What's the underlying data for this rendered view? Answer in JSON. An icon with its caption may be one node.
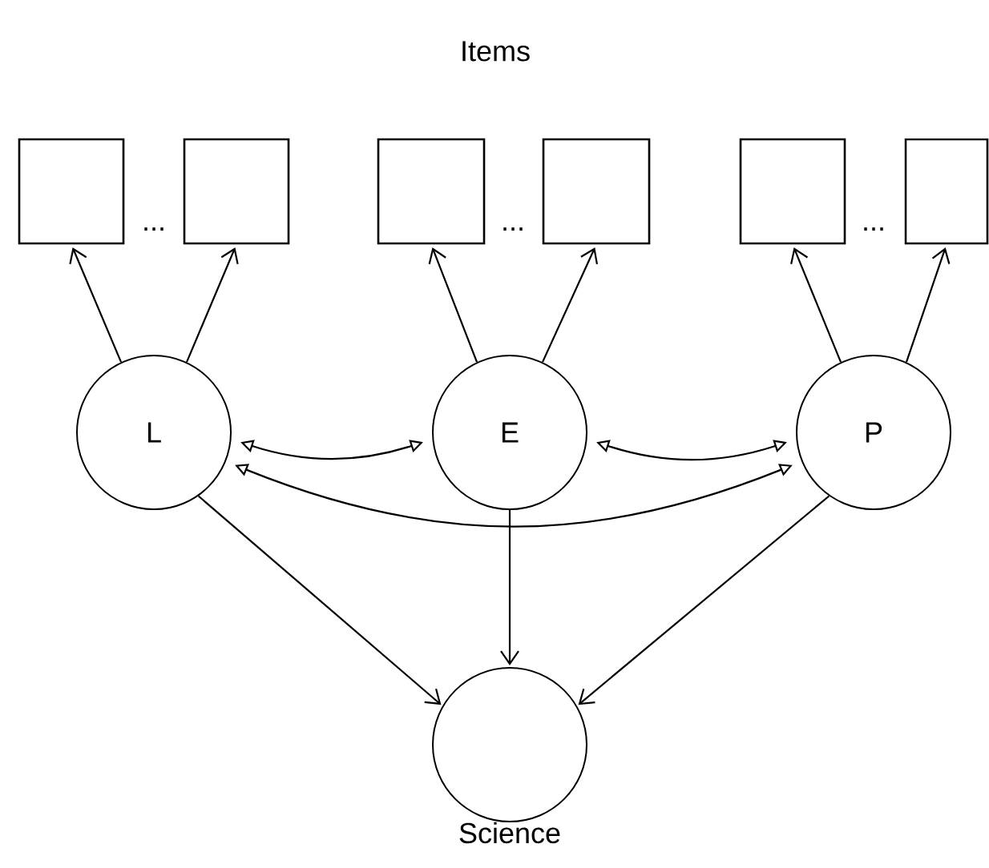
{
  "diagram": {
    "nodes": [
      {
        "text": [],
        "shape": "box"
      },
      {
        "text": [],
        "shape": "box"
      },
      {
        "text": [],
        "shape": "box"
      },
      {
        "text": [],
        "shape": "box"
      },
      {
        "text": [],
        "shape": "box"
      },
      {
        "text": [],
        "shape": "box"
      },
      {
        "text": [
          "L"
        ]
      },
      {
        "text": [
          "E"
        ]
      },
      {
        "text": [
          "P"
        ]
      },
      {
        "text": [],
        "shape": "circle",
        "beside": [
          "Science"
        ]
      }
    ],
    "edges": [
      {
        "from": 6,
        "to": 0,
        "arrow": "to"
      },
      {
        "from": 6,
        "to": 1,
        "arrow": "to"
      },
      {
        "from": 7,
        "to": 2,
        "arrow": "to"
      },
      {
        "from": 7,
        "to": 3,
        "arrow": "to"
      },
      {
        "from": 8,
        "to": 4,
        "arrow": "to"
      },
      {
        "from": 8,
        "to": 5,
        "arrow": "to"
      },
      {
        "from": 6,
        "to": 7,
        "arrow": "both"
      },
      {
        "from": 7,
        "to": 8,
        "arrow": "both"
      },
      {
        "from": 6,
        "to": 8,
        "arrow": "both"
      },
      {
        "from": 6,
        "to": 9,
        "arrow": "to"
      },
      {
        "from": 7,
        "to": 9,
        "arrow": "to"
      },
      {
        "from": 8,
        "to": 9,
        "arrow": "to"
      }
    ],
    "labels": [
      "Items",
      "...",
      "...",
      "..."
    ]
  }
}
